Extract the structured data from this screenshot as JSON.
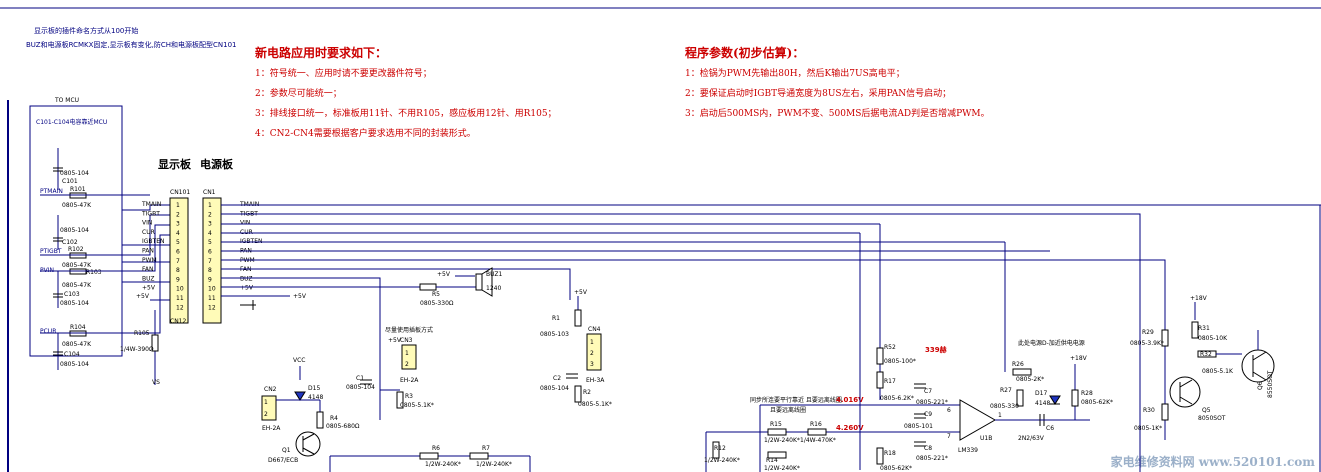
{
  "header_notes": {
    "line1": "显示板的插件命名方式从100开始",
    "line2": "BUZ和电源板RCMKX固定,显示板有变化,防CH和电源板配型CN101"
  },
  "requirements": {
    "title": "新电路应用时要求如下：",
    "items": [
      "1：符号统一、应用时请不要更改器件符号；",
      "2：参数尽可能统一；",
      "3：排线接口统一，标准板用11针、不用R105，感应板用12针、用R105；",
      "4：CN2-CN4需要根据客户要求选用不同的封装形式。"
    ]
  },
  "program_params": {
    "title": "程序参数(初步估算)：",
    "items": [
      "1：检锅为PWM先输出80H，然后K输出7US高电平；",
      "2：要保证启动时IGBT导通宽度为8US左右，采用PAN信号启动；",
      "3：启动后500MS内，PWM不变、500MS后据电流AD判是否增减PWM。"
    ]
  },
  "board_labels": {
    "display": "显示板",
    "power": "电源板"
  },
  "connector_box": {
    "title": "TO MCU",
    "subtitle": "C101-C104电容靠近MCU"
  },
  "connectors": {
    "cn101": "CN101",
    "cn1": "CN1",
    "signals": [
      "TMAIN",
      "TIGBT",
      "VIN",
      "CUR",
      "IGBTEN",
      "PAN",
      "PWM",
      "FAN",
      "BUZ",
      "+5V",
      "",
      ""
    ],
    "pins": [
      "1",
      "2",
      "3",
      "4",
      "5",
      "6",
      "7",
      "8",
      "9",
      "10",
      "11",
      "12"
    ]
  },
  "left_components": {
    "c101": "C101",
    "c101_val": "0805-104",
    "r101": "R101",
    "r101_val": "0805-47K",
    "ptmain": "PTMAIN",
    "c102": "C102",
    "c102_val": "0805-104",
    "r102": "R102",
    "r102_val": "0805-47K",
    "ptigbt": "PTIGBT",
    "pvin": "PVIN",
    "r103": "R103",
    "r103_val": "0805-47K",
    "c103": "C103",
    "c103_val": "0805-104",
    "r104": "R104",
    "r104_val": "0805-47K",
    "pcur": "PCUR",
    "c104": "C104",
    "c104_val": "0805-104",
    "plus5v": "+5V",
    "cn112": "CN12",
    "r105": "R105",
    "r105_val": "1/4W-390Ω",
    "vs": "VS"
  },
  "mid_components": {
    "buz_plus": "+5V",
    "buz1": "BUZ1",
    "buz1_val": "1240",
    "r5": "R5",
    "r5_val": "0805-330Ω",
    "plus5v_right": "+5V",
    "vcc": "VCC",
    "cn2": "CN2",
    "cn2_type": "EH-2A",
    "d15": "D15",
    "d15_val": "4148",
    "r4": "R4",
    "r4_val": "0805-680Ω",
    "q1": "Q1",
    "q1_val": "D667/ECB",
    "cn3_note": "尽量使用插板方式",
    "cn3": "CN3",
    "cn3_plus": "+5V",
    "cn3_type": "EH-2A",
    "c1": "C1",
    "c1_val": "0805-104",
    "r3": "R3",
    "r3_val": "0805-5.1K*",
    "r6": "R6",
    "r6_val": "1/2W-240K*",
    "r7": "R7",
    "r7_val": "1/2W-240K*",
    "r1": "R1",
    "r1_val": "0805-103",
    "r1_plus": "+5V",
    "cn4": "CN4",
    "cn4_type": "EH-3A",
    "c2": "C2",
    "c2_val": "0805-104",
    "r2": "R2",
    "r2_val": "0805-5.1K*"
  },
  "right_components": {
    "sync_note": "同步所连要平行靠近\n且要远离线圈",
    "r12": "R12",
    "r12_val": "1/2W-240K*",
    "r15": "R15",
    "r15_val": "1/2W-240K*",
    "r14": "R14",
    "r14_val": "1/2W-240K*",
    "r16": "R16",
    "r16_val": "1/4W-470K*",
    "v1": "4.016V",
    "v2": "4.260V",
    "r52": "R52",
    "r52_val": "0805-100*",
    "r17": "R17",
    "r17_val": "0805-6.2K*",
    "c7": "C7",
    "c7_val": "0805-221*",
    "c9": "C9",
    "c9_val": "0805-101",
    "c8": "C8",
    "c8_val": "0805-221*",
    "r18": "R18",
    "r18_val": "0805-62K*",
    "freq": "339赫",
    "u_b": "U1B",
    "lm339": "LM339",
    "pin6": "6",
    "pin7": "7",
    "pin1": "1",
    "r26": "R26",
    "r26_val": "0805-2K*",
    "r27": "R27",
    "r27_val": "0805-330",
    "d17": "D17",
    "d17_val": "4148",
    "c6": "C6",
    "c6_val": "2N2/63V",
    "r28": "R28",
    "r28_val": "0805-62K*",
    "v18": "+18V",
    "protect_note": "此处电源D-加近供电电源",
    "r29": "R29",
    "r29_val": "0805-3.9K*",
    "r30": "R30",
    "r30_val": "0805-1K*",
    "r31": "R31",
    "r31_val": "0805-10K",
    "r32": "R32",
    "r32_val": "0805-5.1K",
    "v18b": "+18V",
    "q5": "Q5",
    "q5_val": "8050SOT",
    "q6": "Q6",
    "q6_val": "8550SOT"
  },
  "watermark": "家电维修资料网 www.520101.com"
}
